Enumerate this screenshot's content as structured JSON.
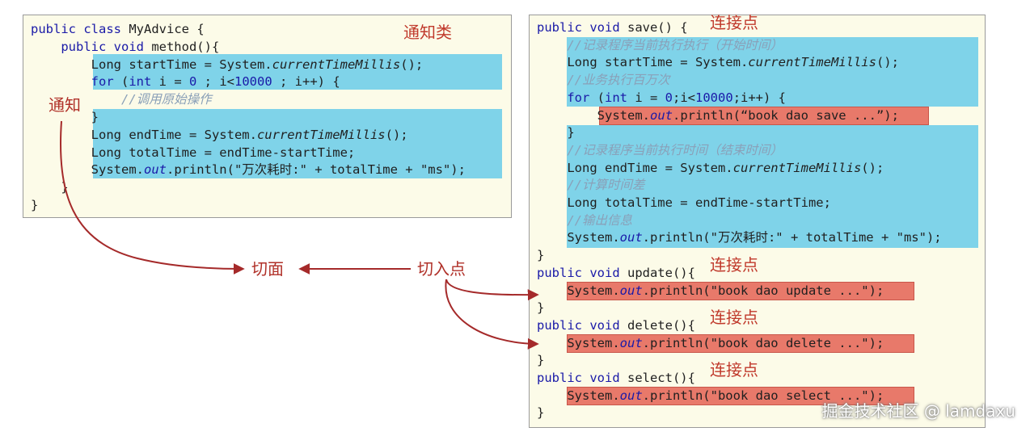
{
  "left_panel": {
    "class_label": "通知类",
    "advice_label": "通知",
    "lines": [
      {
        "indent": "",
        "parts": [
          {
            "t": "public class ",
            "c": "kw"
          },
          {
            "t": "MyAdvice {",
            "c": ""
          }
        ]
      },
      {
        "indent": "    ",
        "parts": [
          {
            "t": "public void ",
            "c": "kw"
          },
          {
            "t": "method(){",
            "c": ""
          }
        ]
      },
      {
        "indent": "        ",
        "parts": [
          {
            "t": "Long startTime = System.",
            "c": ""
          },
          {
            "t": "currentTimeMillis",
            "c": "it"
          },
          {
            "t": "();",
            "c": ""
          }
        ]
      },
      {
        "indent": "        ",
        "parts": [
          {
            "t": "for",
            "c": "kw"
          },
          {
            "t": " (",
            "c": ""
          },
          {
            "t": "int",
            "c": "kw"
          },
          {
            "t": " i = ",
            "c": ""
          },
          {
            "t": "0",
            "c": "num"
          },
          {
            "t": " ; i<",
            "c": ""
          },
          {
            "t": "10000",
            "c": "num"
          },
          {
            "t": " ; i++) {",
            "c": ""
          }
        ]
      },
      {
        "indent": "            ",
        "parts": [
          {
            "t": "//调用原始操作",
            "c": "cm"
          }
        ]
      },
      {
        "indent": "        ",
        "parts": [
          {
            "t": "}",
            "c": ""
          }
        ]
      },
      {
        "indent": "        ",
        "parts": [
          {
            "t": "Long endTime = System.",
            "c": ""
          },
          {
            "t": "currentTimeMillis",
            "c": "it"
          },
          {
            "t": "();",
            "c": ""
          }
        ]
      },
      {
        "indent": "        ",
        "parts": [
          {
            "t": "Long totalTime = endTime-startTime;",
            "c": ""
          }
        ]
      },
      {
        "indent": "        ",
        "parts": [
          {
            "t": "System.",
            "c": ""
          },
          {
            "t": "out",
            "c": "it-kw"
          },
          {
            "t": ".println(\"万次耗时:\" + totalTime + \"ms\");",
            "c": ""
          }
        ]
      },
      {
        "indent": "    ",
        "parts": [
          {
            "t": "}",
            "c": ""
          }
        ]
      },
      {
        "indent": "",
        "parts": [
          {
            "t": "}",
            "c": ""
          }
        ]
      }
    ]
  },
  "right_panel": {
    "joinpoint_labels": [
      "连接点",
      "连接点",
      "连接点",
      "连接点"
    ],
    "lines": [
      {
        "indent": "",
        "parts": [
          {
            "t": "public void ",
            "c": "kw"
          },
          {
            "t": "save() {",
            "c": ""
          }
        ]
      },
      {
        "indent": "    ",
        "parts": [
          {
            "t": "//记录程序当前执行执行（开始时间）",
            "c": "cm"
          }
        ]
      },
      {
        "indent": "    ",
        "parts": [
          {
            "t": "Long startTime = System.",
            "c": ""
          },
          {
            "t": "currentTimeMillis",
            "c": "it"
          },
          {
            "t": "();",
            "c": ""
          }
        ]
      },
      {
        "indent": "    ",
        "parts": [
          {
            "t": "//业务执行百万次",
            "c": "cm"
          }
        ]
      },
      {
        "indent": "    ",
        "parts": [
          {
            "t": "for",
            "c": "kw"
          },
          {
            "t": " (",
            "c": ""
          },
          {
            "t": "int",
            "c": "kw"
          },
          {
            "t": " i = ",
            "c": ""
          },
          {
            "t": "0",
            "c": "num"
          },
          {
            "t": ";i<",
            "c": ""
          },
          {
            "t": "10000",
            "c": "num"
          },
          {
            "t": ";i++) {",
            "c": ""
          }
        ]
      },
      {
        "indent": "        ",
        "parts": [
          {
            "t": "System.",
            "c": ""
          },
          {
            "t": "out",
            "c": "it-kw"
          },
          {
            "t": ".println(“book dao save ...”);",
            "c": ""
          }
        ]
      },
      {
        "indent": "    ",
        "parts": [
          {
            "t": "}",
            "c": ""
          }
        ]
      },
      {
        "indent": "    ",
        "parts": [
          {
            "t": "//记录程序当前执行时间（结束时间）",
            "c": "cm"
          }
        ]
      },
      {
        "indent": "    ",
        "parts": [
          {
            "t": "Long endTime = System.",
            "c": ""
          },
          {
            "t": "currentTimeMillis",
            "c": "it"
          },
          {
            "t": "();",
            "c": ""
          }
        ]
      },
      {
        "indent": "    ",
        "parts": [
          {
            "t": "//计算时间差",
            "c": "cm"
          }
        ]
      },
      {
        "indent": "    ",
        "parts": [
          {
            "t": "Long totalTime = endTime-startTime;",
            "c": ""
          }
        ]
      },
      {
        "indent": "    ",
        "parts": [
          {
            "t": "//输出信息",
            "c": "cm"
          }
        ]
      },
      {
        "indent": "    ",
        "parts": [
          {
            "t": "System.",
            "c": ""
          },
          {
            "t": "out",
            "c": "it-kw"
          },
          {
            "t": ".println(\"万次耗时:\" + totalTime + \"ms\");",
            "c": ""
          }
        ]
      },
      {
        "indent": "",
        "parts": [
          {
            "t": "}",
            "c": ""
          }
        ]
      },
      {
        "indent": "",
        "parts": [
          {
            "t": "public void ",
            "c": "kw"
          },
          {
            "t": "update(){",
            "c": ""
          }
        ]
      },
      {
        "indent": "    ",
        "parts": [
          {
            "t": "System.",
            "c": ""
          },
          {
            "t": "out",
            "c": "it-kw"
          },
          {
            "t": ".println(\"book dao update ...\");",
            "c": ""
          }
        ]
      },
      {
        "indent": "",
        "parts": [
          {
            "t": "}",
            "c": ""
          }
        ]
      },
      {
        "indent": "",
        "parts": [
          {
            "t": "public void ",
            "c": "kw"
          },
          {
            "t": "delete(){",
            "c": ""
          }
        ]
      },
      {
        "indent": "    ",
        "parts": [
          {
            "t": "System.",
            "c": ""
          },
          {
            "t": "out",
            "c": "it-kw"
          },
          {
            "t": ".println(\"book dao delete ...\");",
            "c": ""
          }
        ]
      },
      {
        "indent": "",
        "parts": [
          {
            "t": "}",
            "c": ""
          }
        ]
      },
      {
        "indent": "",
        "parts": [
          {
            "t": "public void ",
            "c": "kw"
          },
          {
            "t": "select(){",
            "c": ""
          }
        ]
      },
      {
        "indent": "    ",
        "parts": [
          {
            "t": "System.",
            "c": ""
          },
          {
            "t": "out",
            "c": "it-kw"
          },
          {
            "t": ".println(\"book dao select ...\");",
            "c": ""
          }
        ]
      },
      {
        "indent": "",
        "parts": [
          {
            "t": "}",
            "c": ""
          }
        ]
      }
    ]
  },
  "middle": {
    "aspect_label": "切面",
    "pointcut_label": "切入点"
  },
  "watermark": "掘金技术社区 @ lamdaxu",
  "colors": {
    "panel_bg": "#fcfbe8",
    "highlight_blue": "#7fd3e9",
    "highlight_red": "#e8796a",
    "label_red": "#c0392b",
    "keyword": "#1a1aa8",
    "comment": "#8aa0b8"
  }
}
